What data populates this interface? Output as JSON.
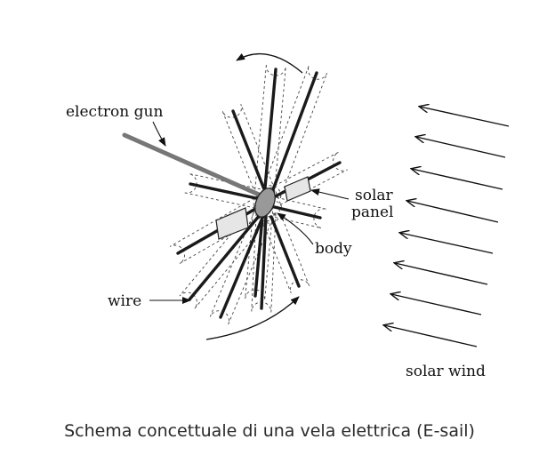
{
  "diagram": {
    "labels": {
      "electron_gun": "electron gun",
      "solar_panel_line1": "solar",
      "solar_panel_line2": "panel",
      "body": "body",
      "wire": "wire",
      "solar_wind": "solar wind"
    }
  },
  "caption": "Schema concettuale di una vela elettrica (E-sail)"
}
